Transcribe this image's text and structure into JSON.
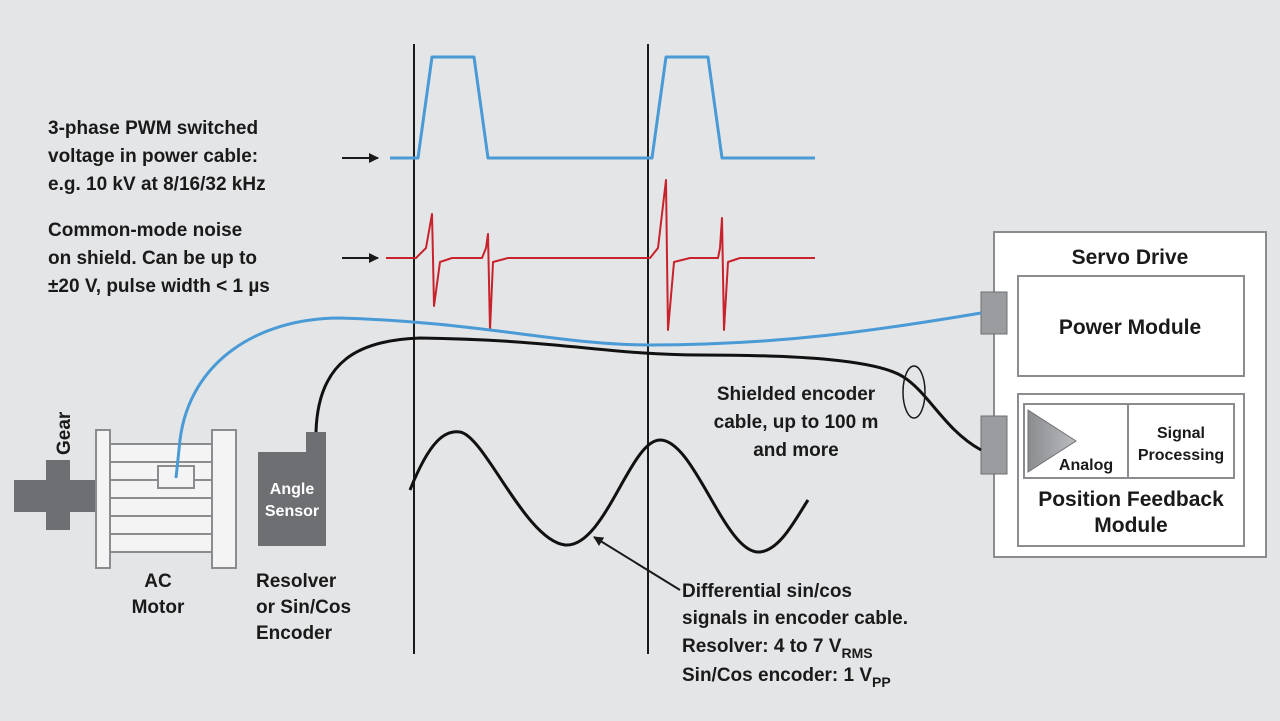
{
  "annotations": {
    "pwm_line1": "3-phase PWM switched",
    "pwm_line2": "voltage in power cable:",
    "pwm_line3": "e.g. 10 kV at 8/16/32 kHz",
    "noise_line1": "Common-mode noise",
    "noise_line2": "on shield. Can be up to",
    "noise_line3": "±20 V, pulse width < 1 µs",
    "shield_line1": "Shielded encoder",
    "shield_line2": "cable, up to 100 m",
    "shield_line3": "and more",
    "diff_line1": "Differential sin/cos",
    "diff_line2": "signals in encoder cable.",
    "diff_line3": "Resolver: 4 to 7 V",
    "diff_line3_sub": "RMS",
    "diff_line4": "Sin/Cos encoder: 1 V",
    "diff_line4_sub": "PP"
  },
  "motor": {
    "gear_label": "Gear",
    "motor_line1": "AC",
    "motor_line2": "Motor",
    "sensor_line1": "Angle",
    "sensor_line2": "Sensor",
    "encoder_line1": "Resolver",
    "encoder_line2": "or Sin/Cos",
    "encoder_line3": "Encoder"
  },
  "servo_drive": {
    "title": "Servo Drive",
    "power_module": "Power Module",
    "analog_label": "Analog",
    "signal_line1": "Signal",
    "signal_line2": "Processing",
    "feedback_line1": "Position Feedback",
    "feedback_line2": "Module"
  },
  "colors": {
    "power_cable": "#4a9ad6",
    "noise": "#c8232c",
    "encoder_cable": "#111111",
    "housing": "#6d6f72",
    "background": "#e4e5e7"
  }
}
